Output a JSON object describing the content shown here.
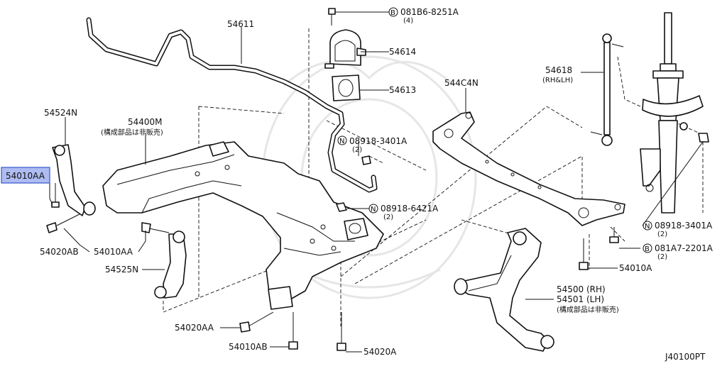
{
  "diagram_id": "J40100PT",
  "highlight_color": "#aebcf2",
  "labels": {
    "p54611": "54611",
    "p081b6": "081B6-8251A",
    "p081b6_qty": "(4)",
    "p54614": "54614",
    "p54613": "54613",
    "p544c4n": "544C4N",
    "p54618": "54618",
    "p54618_sub": "(RH&LH)",
    "p54524n": "54524N",
    "p54400m": "54400M",
    "p54400m_note": "(構成部品は非販売)",
    "p08918_3401a_a": "08918-3401A",
    "p08918_3401a_a_qty": "(2)",
    "p54010aa_hl": "54010AA",
    "p08918_6421a": "08918-6421A",
    "p08918_6421a_qty": "(2)",
    "p08918_3401a_b": "08918-3401A",
    "p08918_3401a_b_qty": "(2)",
    "p081a7": "081A7-2201A",
    "p081a7_qty": "(2)",
    "p54020ab": "54020AB",
    "p54010aa_b": "54010AA",
    "p54525n": "54525N",
    "p54010a": "54010A",
    "p54500": "54500 (RH)",
    "p54501": "54501 (LH)",
    "p54501_note": "(構成部品は非販売)",
    "p54020aa": "54020AA",
    "p54010ab": "54010AB",
    "p54020a": "54020A",
    "n_symbol": "N",
    "b_symbol": "B"
  }
}
